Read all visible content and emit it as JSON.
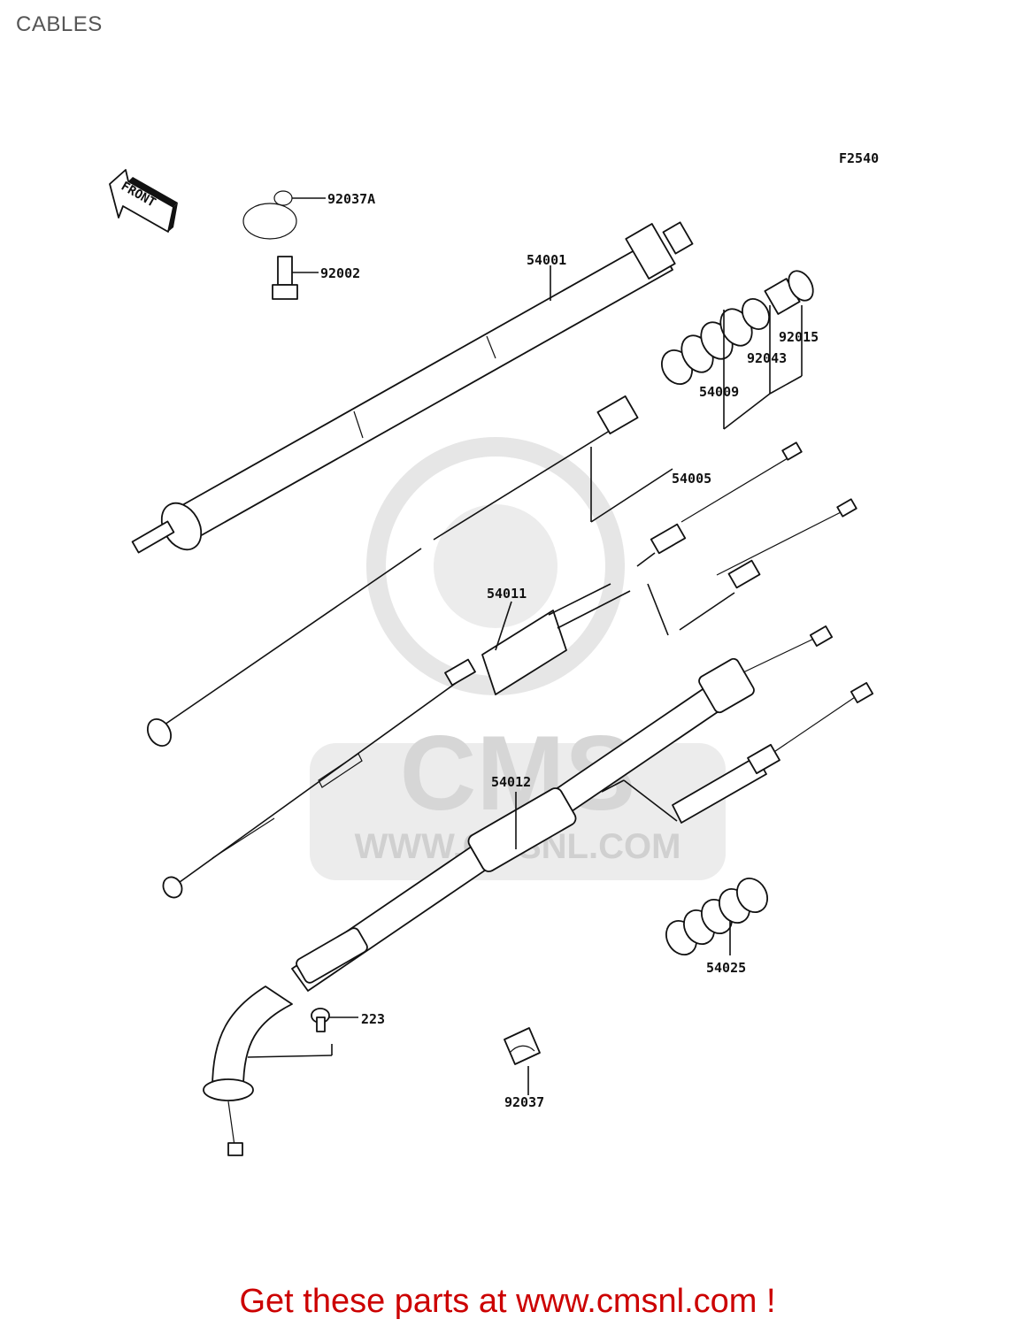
{
  "header": {
    "title": "CABLES"
  },
  "diagram": {
    "figure_code": "F2540",
    "front_label": "FRONT",
    "watermark": {
      "logo_text": "CMS",
      "url_text": "WWW.CMSNL.COM"
    },
    "callouts": {
      "c92037A": "92037A",
      "c92002": "92002",
      "c54001": "54001",
      "c92015": "92015",
      "c92043": "92043",
      "c54009": "54009",
      "c54005": "54005",
      "c54011": "54011",
      "c54012": "54012",
      "c54025": "54025",
      "c223": "223",
      "c92037": "92037"
    }
  },
  "footer": {
    "cta": "Get these parts at www.cmsnl.com !"
  },
  "colors": {
    "cta": "#cc0000",
    "title": "#555555",
    "watermark": "#e4e4e4"
  }
}
